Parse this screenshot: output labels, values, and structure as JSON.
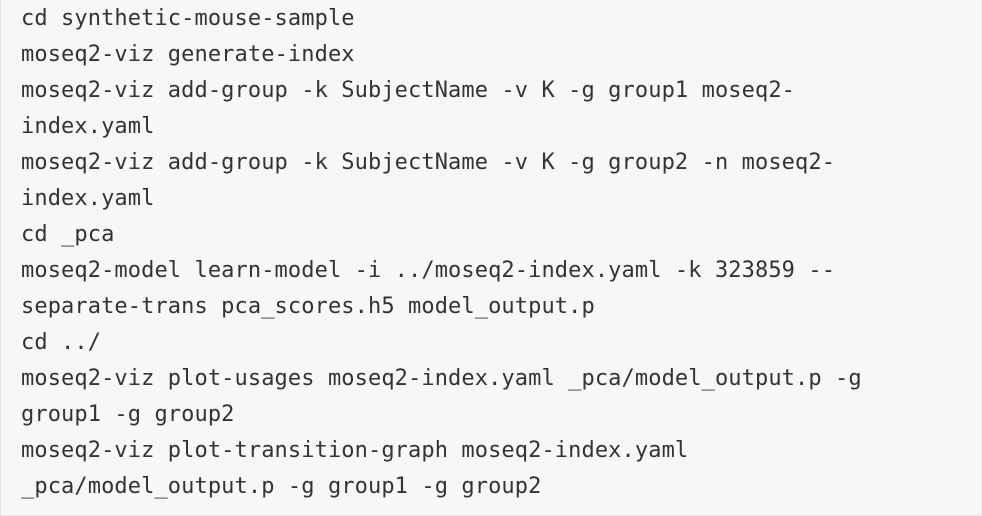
{
  "code_block": {
    "lines": [
      "cd synthetic-mouse-sample",
      "moseq2-viz generate-index",
      "moseq2-viz add-group -k SubjectName -v K -g group1 moseq2-",
      "index.yaml",
      "moseq2-viz add-group -k SubjectName -v K -g group2 -n moseq2-",
      "index.yaml",
      "cd _pca",
      "moseq2-model learn-model -i ../moseq2-index.yaml -k 323859 --",
      "separate-trans pca_scores.h5 model_output.p",
      "cd ../",
      "moseq2-viz plot-usages moseq2-index.yaml _pca/model_output.p -g",
      "group1 -g group2",
      "moseq2-viz plot-transition-graph moseq2-index.yaml",
      "_pca/model_output.p -g group1 -g group2"
    ]
  }
}
